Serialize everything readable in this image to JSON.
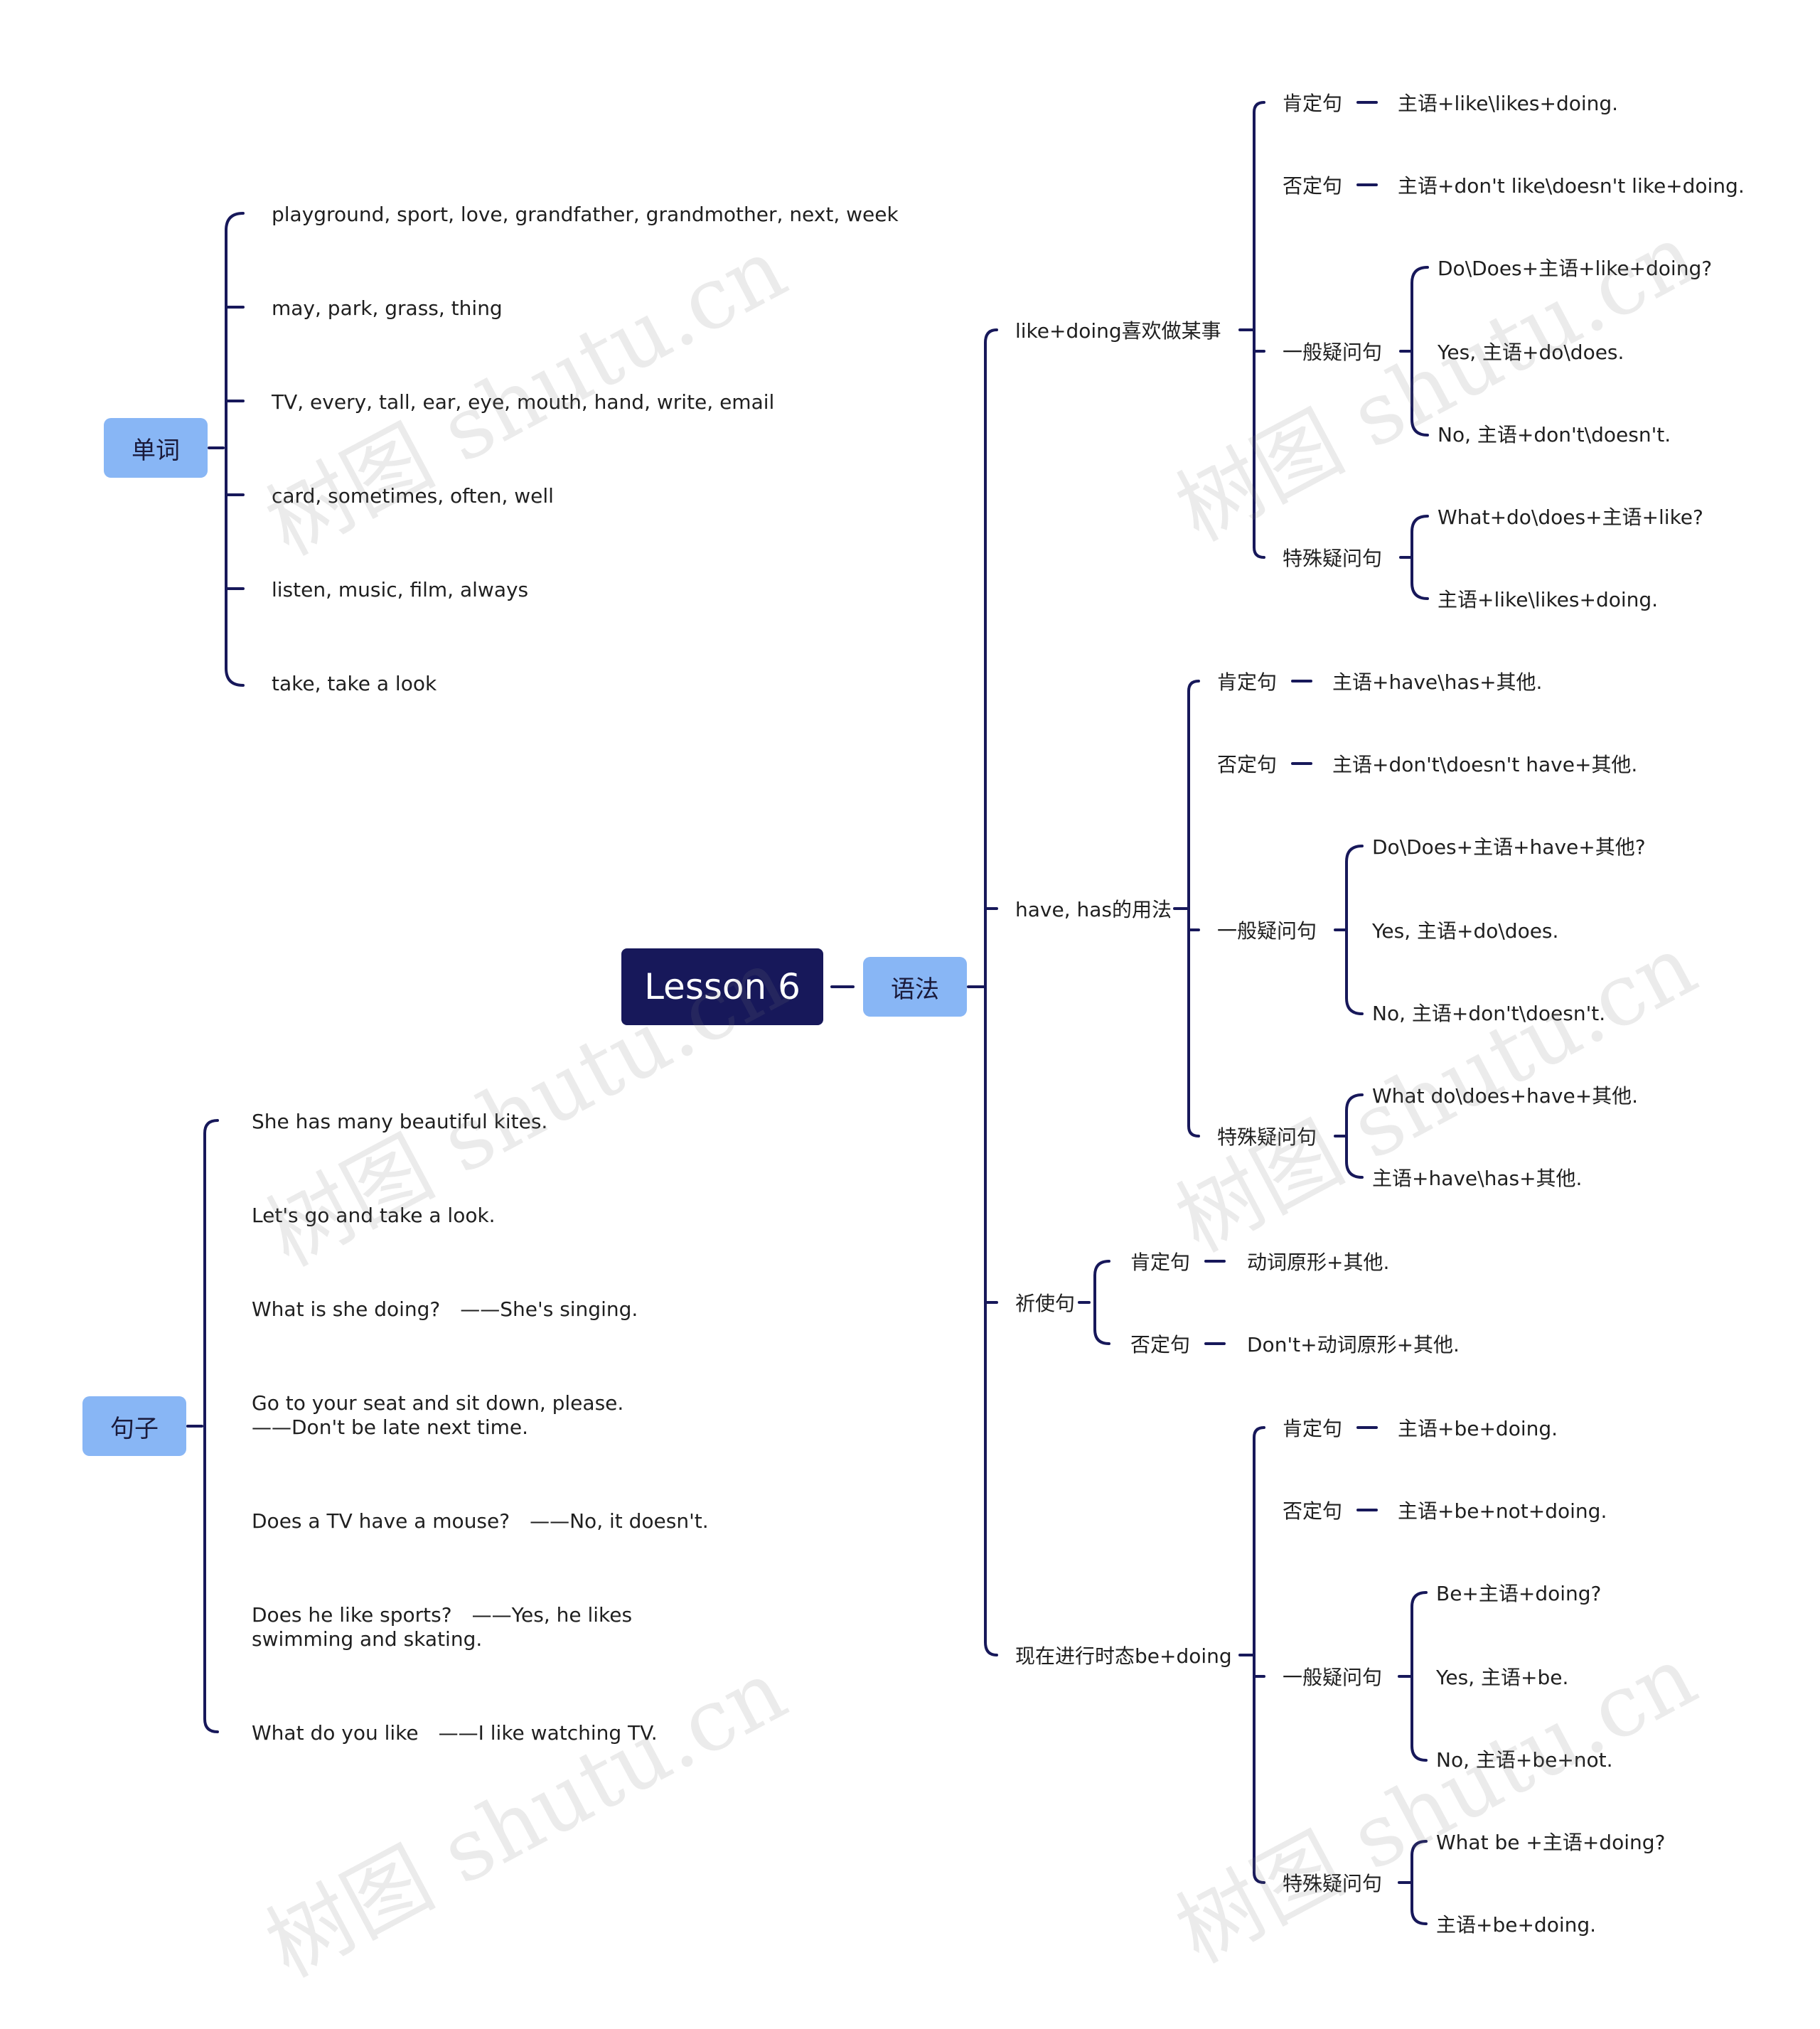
{
  "root": "Lesson 6",
  "vocab": {
    "label": "单词",
    "items": [
      "playground, sport, love, grandfather, grandmother, next, week",
      "may, park, grass, thing",
      "TV, every, tall, ear, eye, mouth, hand, write, email",
      "card, sometimes, often, well",
      "listen, music, film, always",
      "take, take a look"
    ]
  },
  "sentences": {
    "label": "句子",
    "items": [
      "She has many beautiful kites.",
      "Let's go and take a look.",
      "What is she doing?　——She's singing.",
      [
        "Go to your seat and sit down, please.",
        "——Don't be late next time."
      ],
      "Does a TV have a mouse?　——No, it doesn't.",
      [
        "Does he like sports?　——Yes, he likes",
        "swimming and skating."
      ],
      "What do you like　——I like watching TV."
    ]
  },
  "grammar": {
    "label": "语法",
    "like": {
      "label": "like+doing喜欢做某事",
      "pos": {
        "label": "肯定句",
        "value": "主语+like\\likes+doing."
      },
      "neg": {
        "label": "否定句",
        "value": "主语+don't like\\doesn't like+doing."
      },
      "q": {
        "label": "一般疑问句",
        "items": [
          "Do\\Does+主语+like+doing?",
          "Yes, 主语+do\\does.",
          "No, 主语+don't\\doesn't."
        ]
      },
      "wh": {
        "label": "特殊疑问句",
        "items": [
          "What+do\\does+主语+like?",
          "主语+like\\likes+doing."
        ]
      }
    },
    "have": {
      "label": "have, has的用法",
      "pos": {
        "label": "肯定句",
        "value": "主语+have\\has+其他."
      },
      "neg": {
        "label": "否定句",
        "value": "主语+don't\\doesn't have+其他."
      },
      "q": {
        "label": "一般疑问句",
        "items": [
          "Do\\Does+主语+have+其他?",
          "Yes, 主语+do\\does.",
          "No, 主语+don't\\doesn't."
        ]
      },
      "wh": {
        "label": "特殊疑问句",
        "items": [
          "What do\\does+have+其他.",
          "主语+have\\has+其他."
        ]
      }
    },
    "imp": {
      "label": "祈使句",
      "pos": {
        "label": "肯定句",
        "value": "动词原形+其他."
      },
      "neg": {
        "label": "否定句",
        "value": "Don't+动词原形+其他."
      }
    },
    "prog": {
      "label": "现在进行时态be+doing",
      "pos": {
        "label": "肯定句",
        "value": "主语+be+doing."
      },
      "neg": {
        "label": "否定句",
        "value": "主语+be+not+doing."
      },
      "q": {
        "label": "一般疑问句",
        "items": [
          "Be+主语+doing?",
          "Yes, 主语+be.",
          "No, 主语+be+not."
        ]
      },
      "wh": {
        "label": "特殊疑问句",
        "items": [
          "What be +主语+doing?",
          "主语+be+doing."
        ]
      }
    }
  },
  "watermark": "树图 shutu.cn"
}
